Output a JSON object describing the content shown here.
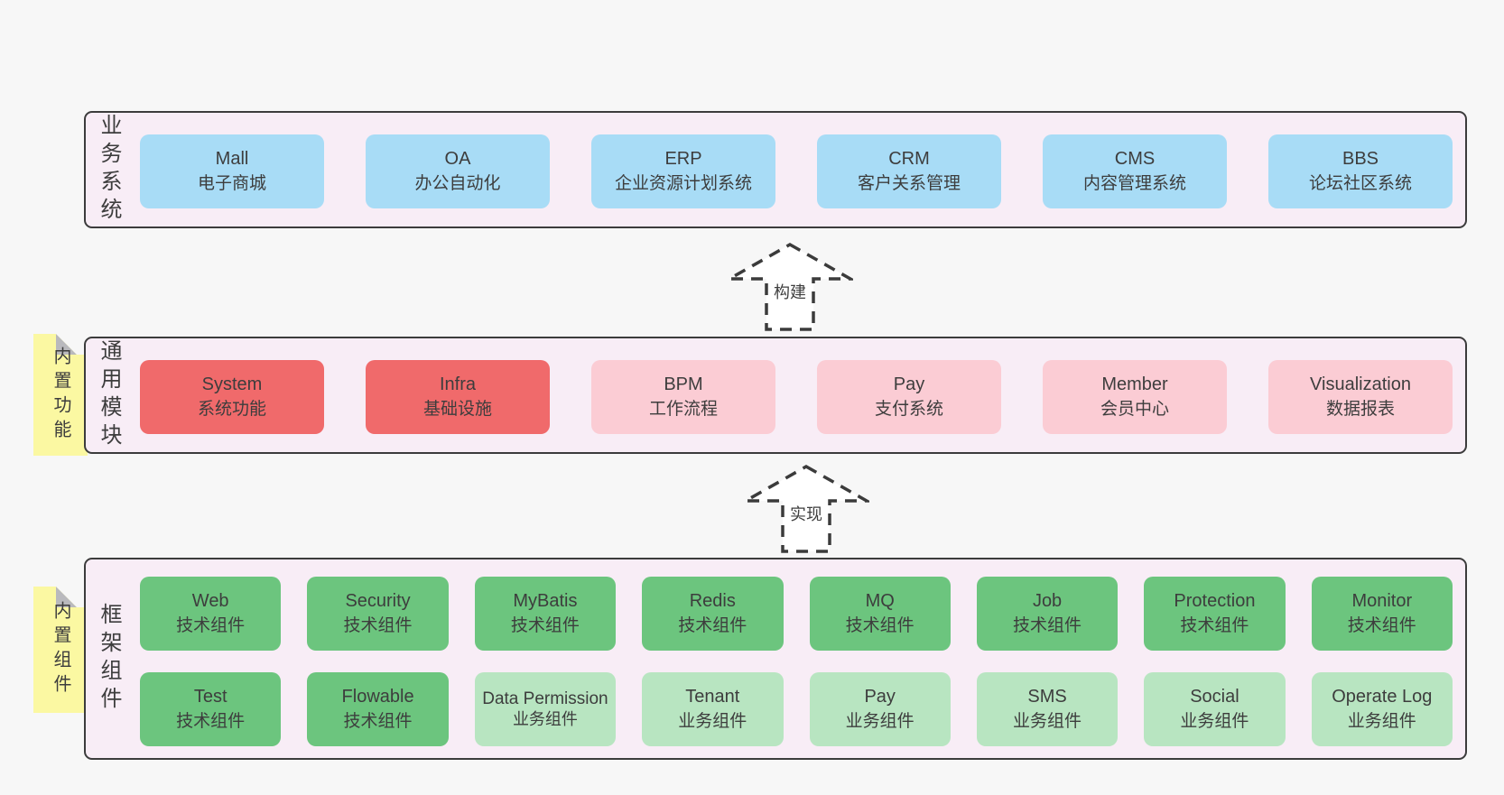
{
  "colors": {
    "page_bg": "#f7f7f7",
    "panel_bg": "#f8edf6",
    "panel_border": "#3c3c3c",
    "box_blue": "#a8dcf6",
    "box_red": "#f06a6b",
    "box_pink": "#fbccd4",
    "box_green_dark": "#6cc57e",
    "box_green_light": "#b8e5c1",
    "tab_yellow": "#fbf8a2",
    "fold_gray": "#b9b9bd",
    "text": "#3d3d3d"
  },
  "panels": {
    "business": {
      "label": "业务系统",
      "items": [
        {
          "name": "Mall",
          "desc": "电子商城",
          "type": "blue"
        },
        {
          "name": "OA",
          "desc": "办公自动化",
          "type": "blue"
        },
        {
          "name": "ERP",
          "desc": "企业资源计划系统",
          "type": "blue"
        },
        {
          "name": "CRM",
          "desc": "客户关系管理",
          "type": "blue"
        },
        {
          "name": "CMS",
          "desc": "内容管理系统",
          "type": "blue"
        },
        {
          "name": "BBS",
          "desc": "论坛社区系统",
          "type": "blue"
        }
      ]
    },
    "modules": {
      "label": "通用模块",
      "tab": "内置功能",
      "items": [
        {
          "name": "System",
          "desc": "系统功能",
          "type": "red"
        },
        {
          "name": "Infra",
          "desc": "基础设施",
          "type": "red"
        },
        {
          "name": "BPM",
          "desc": "工作流程",
          "type": "pink"
        },
        {
          "name": "Pay",
          "desc": "支付系统",
          "type": "pink"
        },
        {
          "name": "Member",
          "desc": "会员中心",
          "type": "pink"
        },
        {
          "name": "Visualization",
          "desc": "数据报表",
          "type": "pink"
        }
      ]
    },
    "components": {
      "label": "框架组件",
      "tab": "内置组件",
      "items": [
        {
          "name": "Web",
          "desc": "技术组件",
          "type": "green-dark"
        },
        {
          "name": "Security",
          "desc": "技术组件",
          "type": "green-dark"
        },
        {
          "name": "MyBatis",
          "desc": "技术组件",
          "type": "green-dark"
        },
        {
          "name": "Redis",
          "desc": "技术组件",
          "type": "green-dark"
        },
        {
          "name": "MQ",
          "desc": "技术组件",
          "type": "green-dark"
        },
        {
          "name": "Job",
          "desc": "技术组件",
          "type": "green-dark"
        },
        {
          "name": "Protection",
          "desc": "技术组件",
          "type": "green-dark"
        },
        {
          "name": "Monitor",
          "desc": "技术组件",
          "type": "green-dark"
        },
        {
          "name": "Test",
          "desc": "技术组件",
          "type": "green-dark"
        },
        {
          "name": "Flowable",
          "desc": "技术组件",
          "type": "green-dark"
        },
        {
          "name": "Data Permission",
          "desc": "业务组件",
          "type": "green-light"
        },
        {
          "name": "Tenant",
          "desc": "业务组件",
          "type": "green-light"
        },
        {
          "name": "Pay",
          "desc": "业务组件",
          "type": "green-light"
        },
        {
          "name": "SMS",
          "desc": "业务组件",
          "type": "green-light"
        },
        {
          "name": "Social",
          "desc": "业务组件",
          "type": "green-light"
        },
        {
          "name": "Operate Log",
          "desc": "业务组件",
          "type": "green-light"
        }
      ]
    }
  },
  "arrows": [
    {
      "label": "构建"
    },
    {
      "label": "实现"
    }
  ]
}
